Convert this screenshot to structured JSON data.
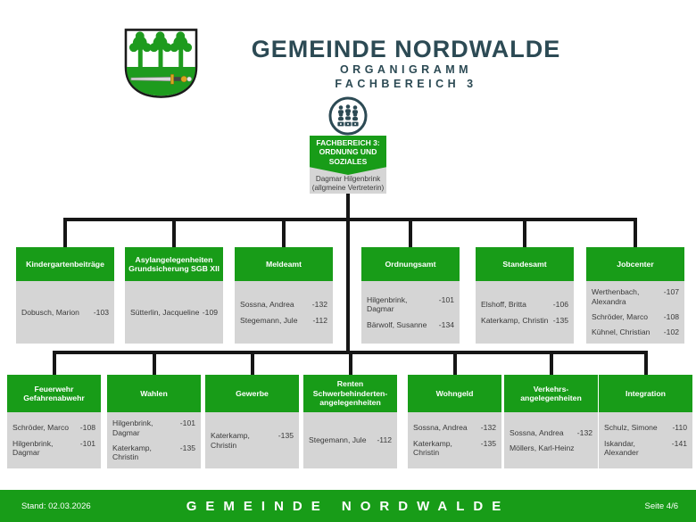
{
  "header": {
    "title": "GEMEINDE NORDWALDE",
    "subtitle1": "ORGANIGRAMM",
    "subtitle2": "FACHBEREICH 3",
    "logo_icon": "nordwalde-coat-of-arms-icon"
  },
  "root": {
    "icon": "group-of-people-icon",
    "title": "FACHBEREICH 3: ORDNUNG UND SOZIALES",
    "subtitle": "Dagmar Hilgenbrink (allgmeine Vertreterin)"
  },
  "row1": [
    {
      "title": "Kindergartenbeiträge",
      "staff": [
        {
          "name": "Dobusch, Marion",
          "ext": "-103"
        }
      ]
    },
    {
      "title": "Asylangelegenheiten Grundsicherung SGB XII",
      "staff": [
        {
          "name": "Sütterlin, Jacqueline",
          "ext": "-109"
        }
      ]
    },
    {
      "title": "Meldeamt",
      "staff": [
        {
          "name": "Sossna, Andrea",
          "ext": "-132"
        },
        {
          "name": "Stegemann, Jule",
          "ext": "-112"
        }
      ]
    },
    {
      "title": "Ordnungsamt",
      "staff": [
        {
          "name": "Hilgenbrink, Dagmar",
          "ext": "-101"
        },
        {
          "name": "Bärwolf, Susanne",
          "ext": "-134"
        }
      ]
    },
    {
      "title": "Standesamt",
      "staff": [
        {
          "name": "Elshoff, Britta",
          "ext": "-106"
        },
        {
          "name": "Katerkamp, Christin",
          "ext": "-135"
        }
      ]
    },
    {
      "title": "Jobcenter",
      "staff": [
        {
          "name": "Werthenbach, Alexandra",
          "ext": "-107"
        },
        {
          "name": "Schröder, Marco",
          "ext": "-108"
        },
        {
          "name": "Kühnel, Christian",
          "ext": "-102"
        }
      ]
    }
  ],
  "row2": [
    {
      "title": "Feuerwehr Gefahrenabwehr",
      "staff": [
        {
          "name": "Schröder, Marco",
          "ext": "-108"
        },
        {
          "name": "Hilgenbrink, Dagmar",
          "ext": "-101"
        }
      ]
    },
    {
      "title": "Wahlen",
      "staff": [
        {
          "name": "Hilgenbrink, Dagmar",
          "ext": "-101"
        },
        {
          "name": "Katerkamp, Christin",
          "ext": "-135"
        }
      ]
    },
    {
      "title": "Gewerbe",
      "staff": [
        {
          "name": "Katerkamp, Christin",
          "ext": "-135"
        }
      ]
    },
    {
      "title": "Renten Schwerbehinderten-angelegenheiten",
      "staff": [
        {
          "name": "Stegemann, Jule",
          "ext": "-112"
        }
      ]
    },
    {
      "title": "Wohngeld",
      "staff": [
        {
          "name": "Sossna, Andrea",
          "ext": "-132"
        },
        {
          "name": "Katerkamp, Christin",
          "ext": "-135"
        }
      ]
    },
    {
      "title": "Verkehrs-angelegenheiten",
      "staff": [
        {
          "name": "Sossna, Andrea",
          "ext": "-132"
        },
        {
          "name": "Möllers, Karl-Heinz",
          "ext": ""
        }
      ]
    },
    {
      "title": "Integration",
      "staff": [
        {
          "name": "Schulz, Simone",
          "ext": "-110"
        },
        {
          "name": "Iskandar, Alexander",
          "ext": "-141"
        }
      ]
    }
  ],
  "footer": {
    "left": "Stand: 02.03.2026",
    "center": "G E M E I N D E   N O R D W A L D E",
    "center_plain": "GEMEINDE NORDWALDE",
    "right": "Seite 4/6"
  },
  "colors": {
    "green": "#189C18",
    "gray": "#D5D5D5",
    "teal": "#2C4A54",
    "line": "#161616"
  }
}
